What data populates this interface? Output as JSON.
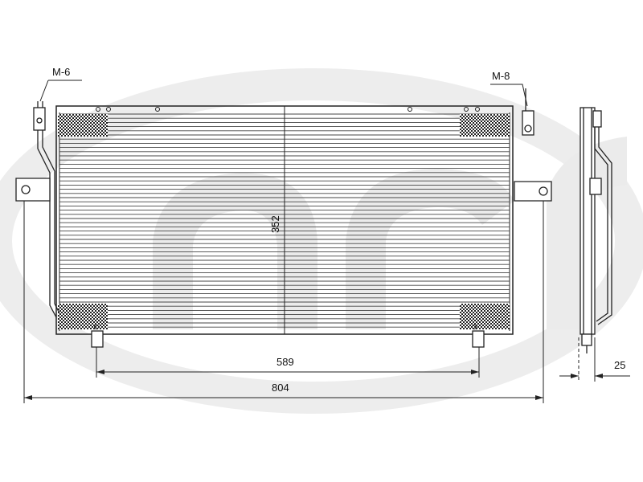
{
  "watermark": {
    "text": "acr",
    "color": "#e9e9e9"
  },
  "labels": {
    "left_thread": "M-6",
    "right_thread": "M-8"
  },
  "dimensions": {
    "height": "352",
    "inner_width": "589",
    "overall_width": "804",
    "depth": "25"
  },
  "colors": {
    "line": "#222222",
    "fin": "#555555",
    "mesh": "#333333"
  }
}
